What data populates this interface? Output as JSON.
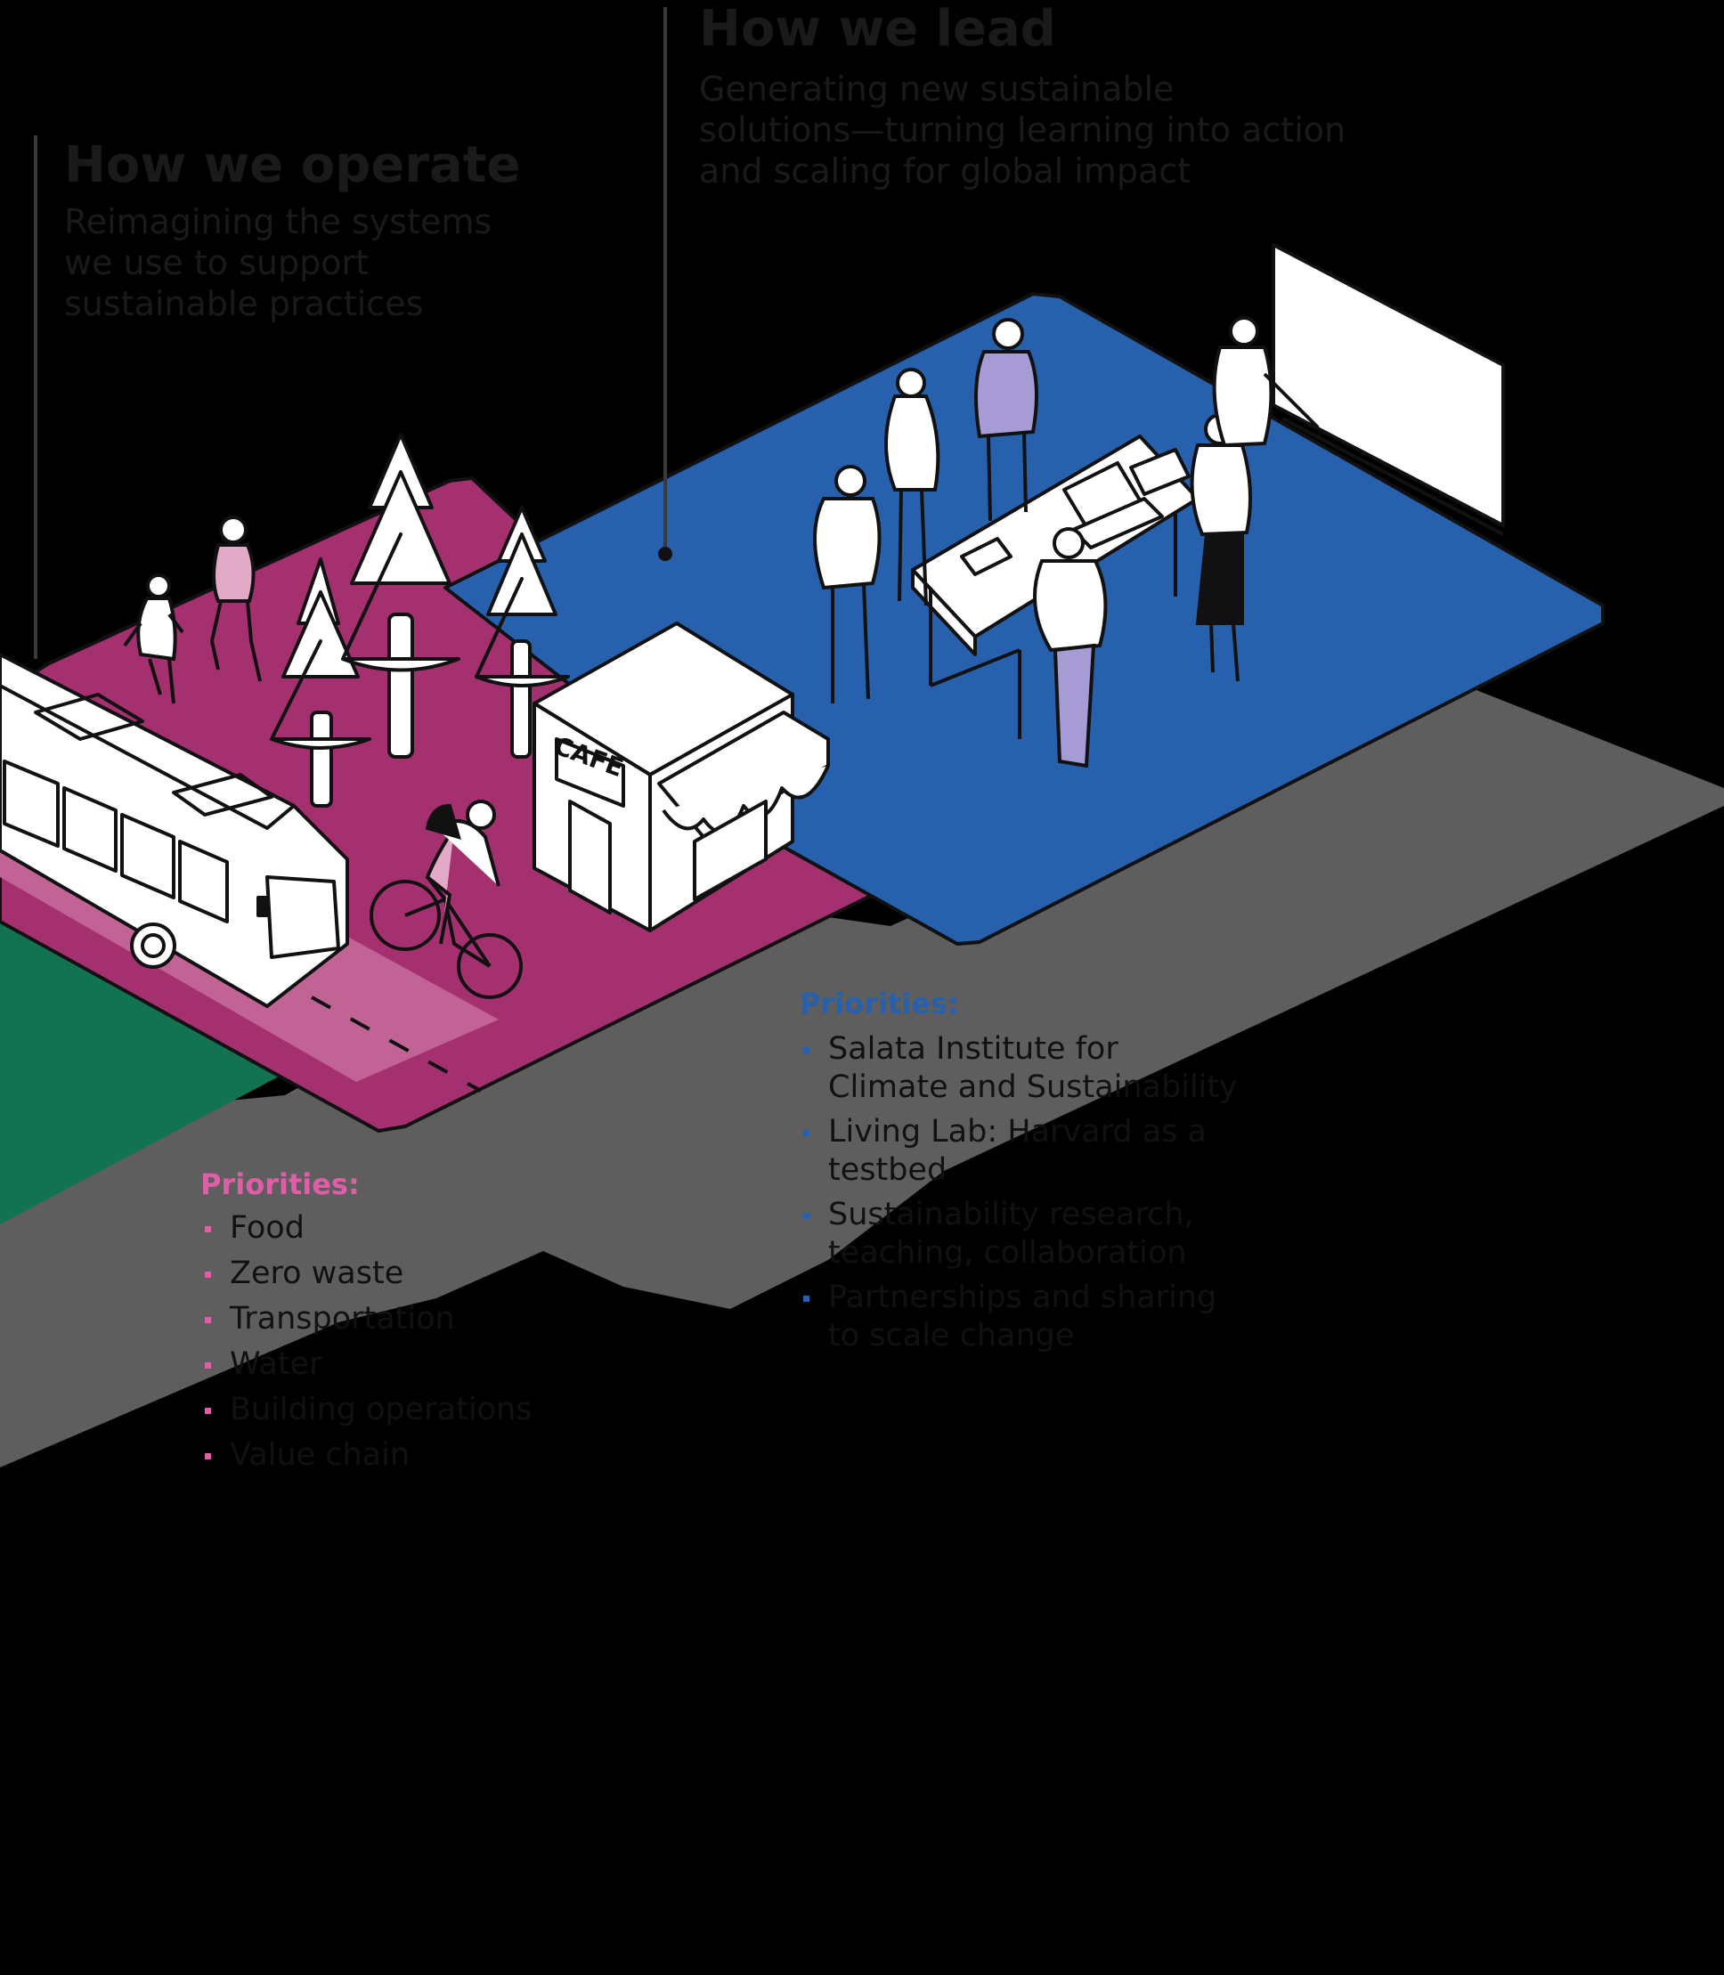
{
  "operate": {
    "title": "How we operate",
    "subtitle_lines": [
      "Reimagining the systems",
      "we use to support",
      "sustainable practices"
    ],
    "priorities_label": "Priorities:",
    "priorities": [
      "Food",
      "Zero waste",
      "Transportation",
      "Water",
      "Building operations",
      "Value chain"
    ]
  },
  "lead": {
    "title": "How we lead",
    "subtitle_lines": [
      "Generating new sustainable",
      "solutions—turning learning into action",
      "and scaling for global impact"
    ],
    "priorities_label": "Priorities:",
    "priorities": [
      [
        "Salata Institute for",
        "Climate and Sustainability"
      ],
      [
        "Living Lab: Harvard as a",
        "testbed"
      ],
      [
        "Sustainability research,",
        "teaching, collaboration"
      ],
      [
        "Partnerships and sharing",
        "to scale change"
      ]
    ]
  },
  "cafe_sign": "CAFE",
  "colors": {
    "background": "#000000",
    "magenta": "#a4306f",
    "blue": "#2760ad",
    "green": "#127352",
    "gray": "#5e5e5e",
    "road": "#c16395",
    "pink_accent": "#e05ea8",
    "lavender": "#a79bd6",
    "text_dark": "#1a1a1a"
  }
}
